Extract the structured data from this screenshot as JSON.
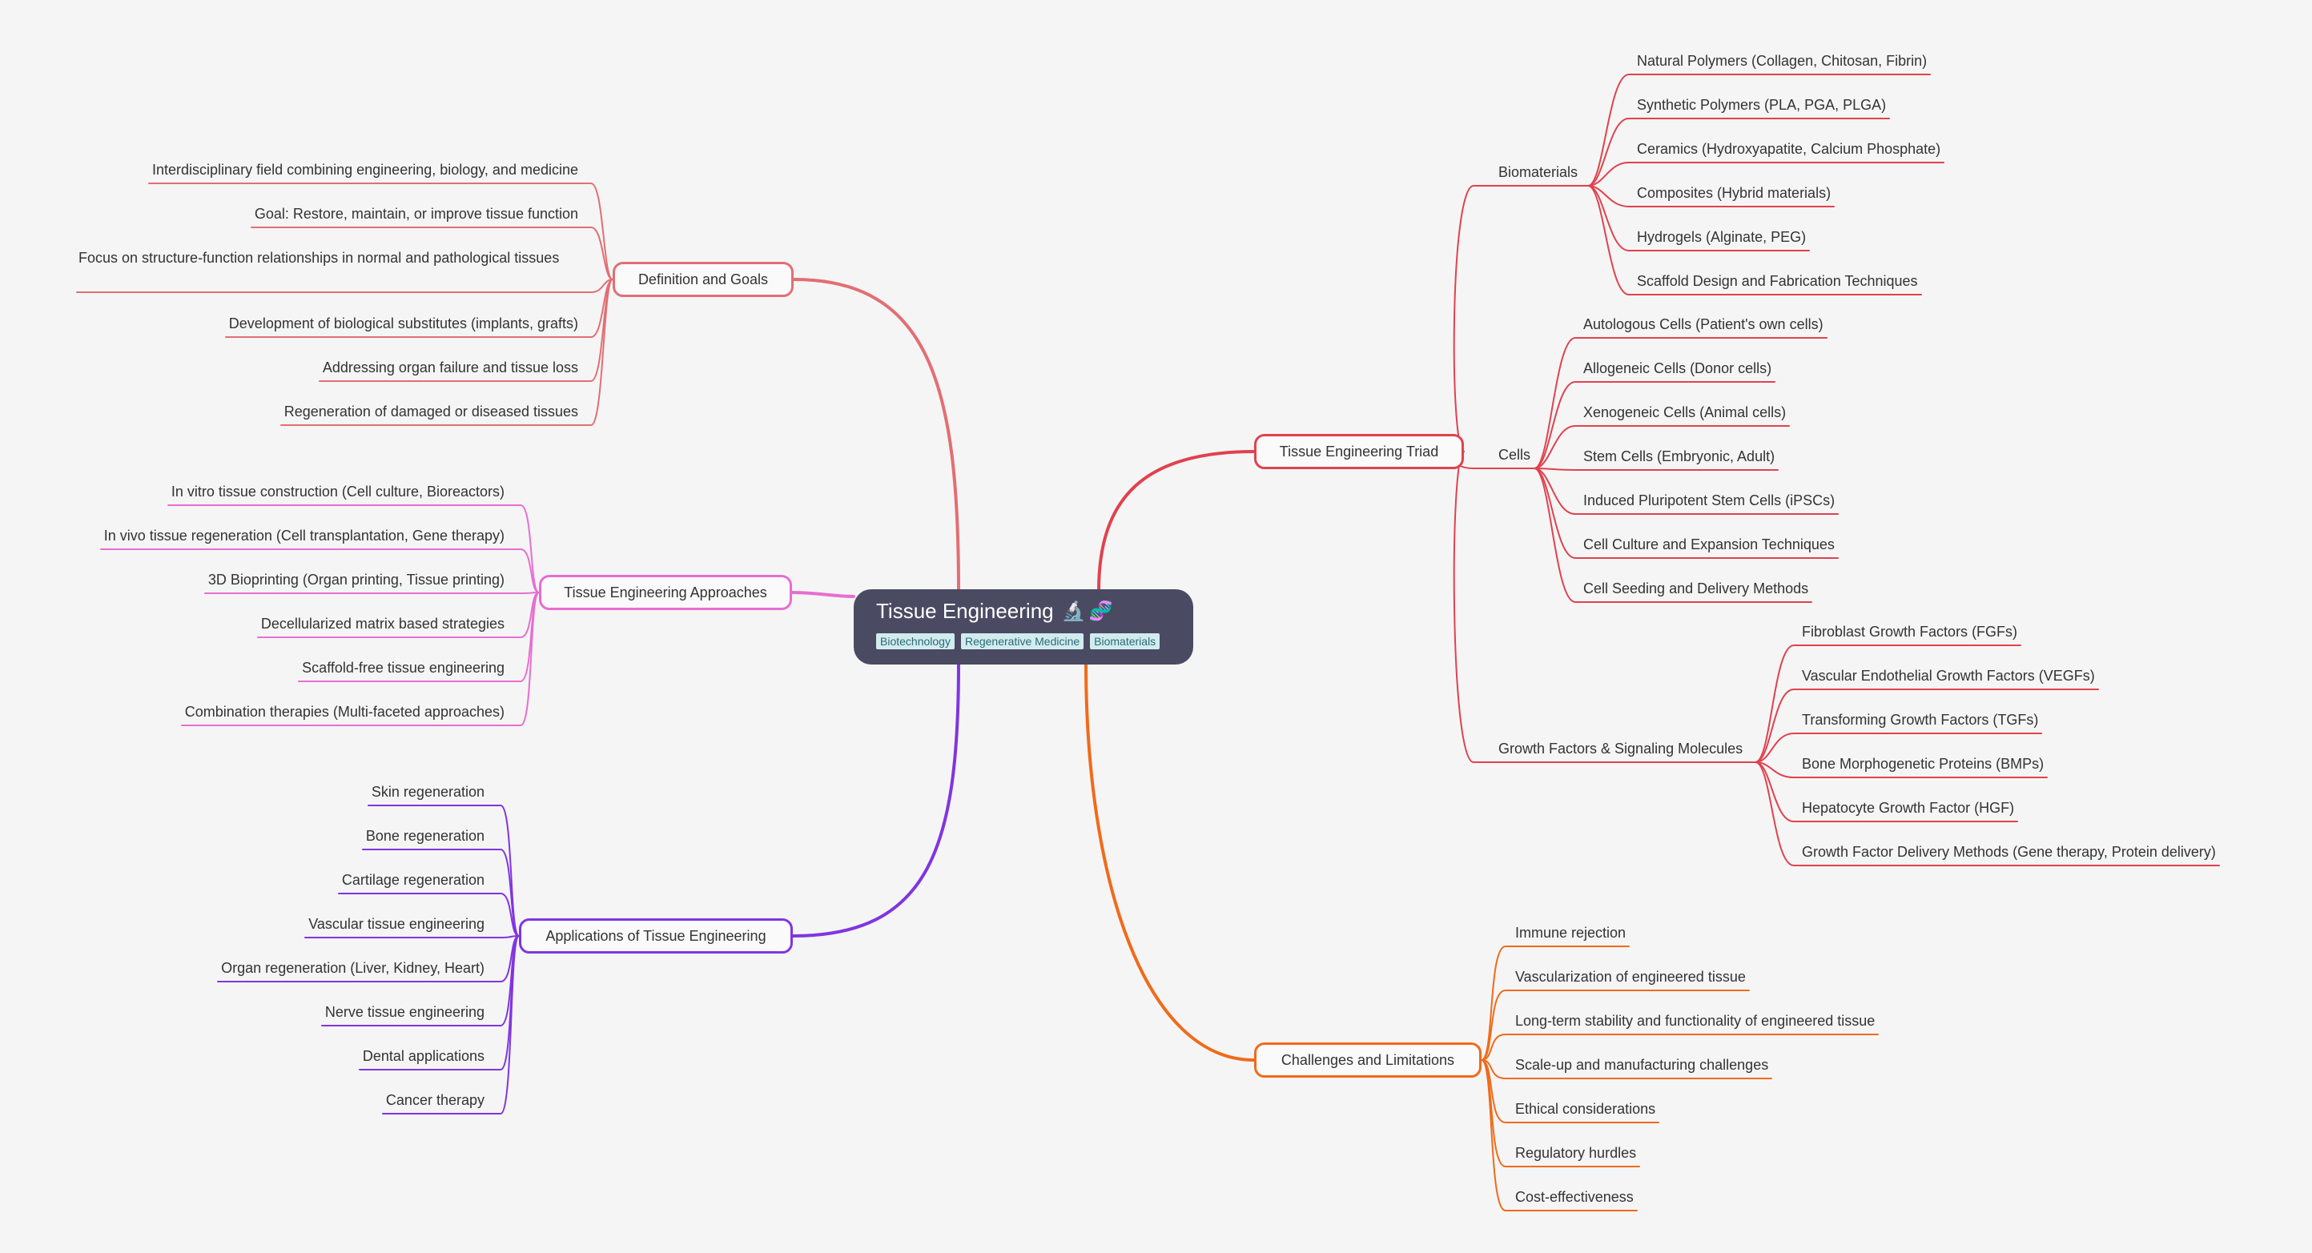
{
  "root": {
    "title": "Tissue Engineering",
    "icons": [
      "microscope-icon",
      "dna-icon"
    ],
    "tags": [
      "Biotechnology",
      "Regenerative Medicine",
      "Biomaterials"
    ]
  },
  "colors": {
    "definition": "#e26e73",
    "approaches": "#e66ed0",
    "applications": "#8035e0",
    "triad": "#e0424e",
    "challenges": "#f16a1a"
  },
  "branches": {
    "definition": {
      "label": "Definition and Goals",
      "items": [
        "Interdisciplinary field combining engineering, biology, and medicine",
        "Goal: Restore, maintain, or improve tissue function",
        "Focus on structure-function relationships in normal and pathological tissues",
        "Development of biological substitutes (implants, grafts)",
        "Addressing organ failure and tissue loss",
        "Regeneration of damaged or diseased tissues"
      ]
    },
    "approaches": {
      "label": "Tissue Engineering Approaches",
      "items": [
        "In vitro tissue construction (Cell culture, Bioreactors)",
        "In vivo tissue regeneration (Cell transplantation, Gene therapy)",
        "3D Bioprinting (Organ printing, Tissue printing)",
        "Decellularized matrix based strategies",
        "Scaffold-free tissue engineering",
        "Combination therapies (Multi-faceted approaches)"
      ]
    },
    "applications": {
      "label": "Applications of Tissue Engineering",
      "items": [
        "Skin regeneration",
        "Bone regeneration",
        "Cartilage regeneration",
        "Vascular tissue engineering",
        "Organ regeneration (Liver, Kidney, Heart)",
        "Nerve tissue engineering",
        "Dental applications",
        "Cancer therapy"
      ]
    },
    "triad": {
      "label": "Tissue Engineering Triad",
      "groups": [
        {
          "label": "Biomaterials",
          "items": [
            "Natural Polymers (Collagen, Chitosan, Fibrin)",
            "Synthetic Polymers (PLA, PGA, PLGA)",
            "Ceramics (Hydroxyapatite, Calcium Phosphate)",
            "Composites (Hybrid materials)",
            "Hydrogels (Alginate, PEG)",
            "Scaffold Design and Fabrication Techniques"
          ]
        },
        {
          "label": "Cells",
          "items": [
            "Autologous Cells (Patient's own cells)",
            "Allogeneic Cells (Donor cells)",
            "Xenogeneic Cells (Animal cells)",
            "Stem Cells (Embryonic, Adult)",
            "Induced Pluripotent Stem Cells (iPSCs)",
            "Cell Culture and Expansion Techniques",
            "Cell Seeding and Delivery Methods"
          ]
        },
        {
          "label": "Growth Factors & Signaling Molecules",
          "items": [
            "Fibroblast Growth Factors (FGFs)",
            "Vascular Endothelial Growth Factors (VEGFs)",
            "Transforming Growth Factors (TGFs)",
            "Bone Morphogenetic Proteins (BMPs)",
            "Hepatocyte Growth Factor (HGF)",
            "Growth Factor Delivery Methods (Gene therapy, Protein delivery)"
          ]
        }
      ]
    },
    "challenges": {
      "label": "Challenges and Limitations",
      "items": [
        "Immune rejection",
        "Vascularization of engineered tissue",
        "Long-term stability and functionality of engineered tissue",
        "Scale-up and manufacturing challenges",
        "Ethical considerations",
        "Regulatory hurdles",
        "Cost-effectiveness"
      ]
    }
  }
}
